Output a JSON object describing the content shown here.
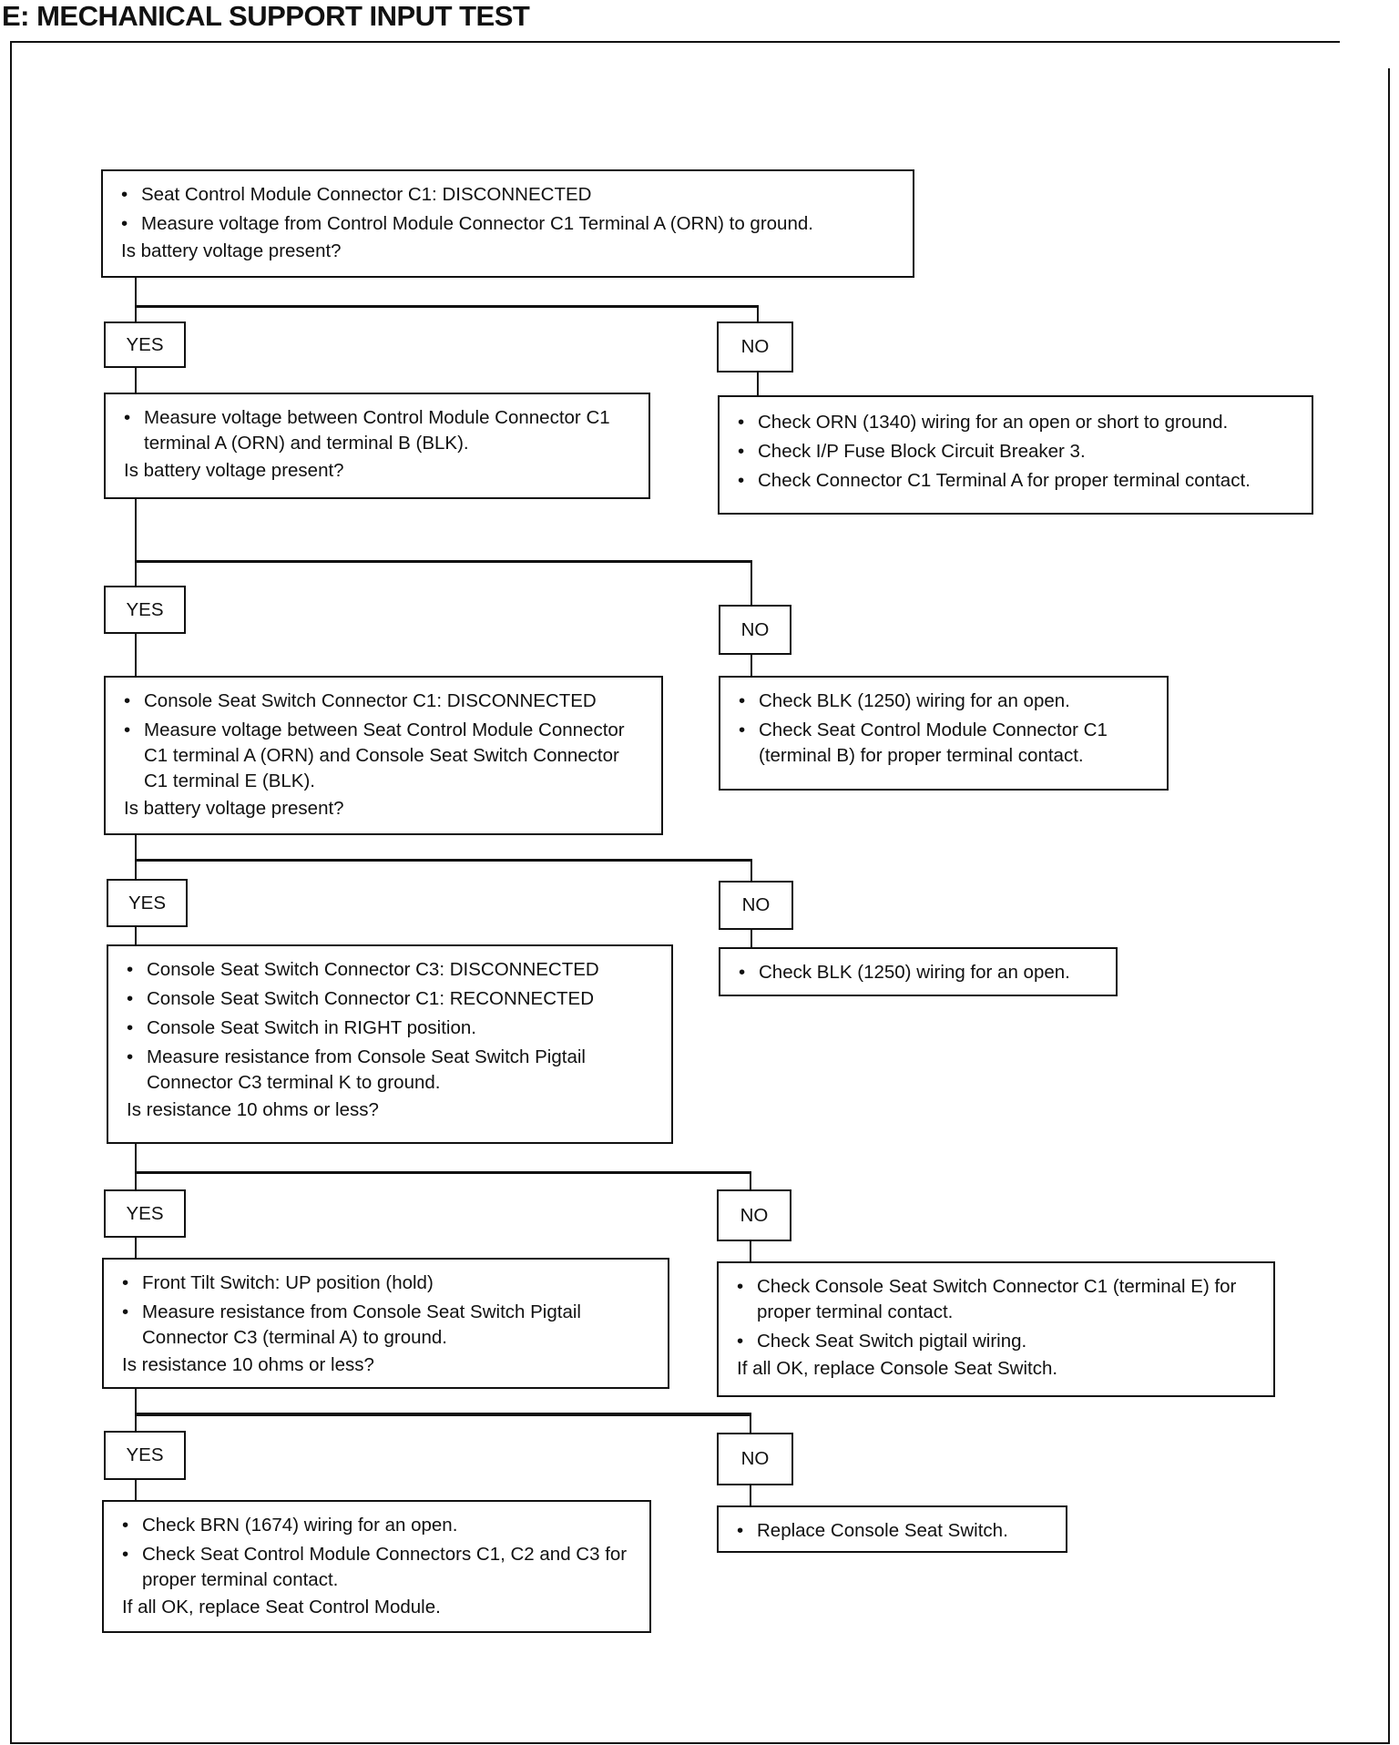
{
  "title": "E:  MECHANICAL SUPPORT INPUT TEST",
  "labels": {
    "yes": "YES",
    "no": "NO"
  },
  "steps": [
    {
      "bullets": [
        "Seat Control Module Connector C1:  DISCONNECTED",
        "Measure voltage from Control Module Connector C1 Terminal A (ORN) to ground."
      ],
      "question": "Is battery voltage present?"
    },
    {
      "bullets": [
        "Measure voltage between Control Module Connector C1 terminal A (ORN) and terminal B (BLK)."
      ],
      "question": "Is battery voltage present?"
    },
    {
      "bullets": [
        "Console Seat Switch Connector C1:  DISCONNECTED",
        "Measure voltage between Seat Control Module Connector C1 terminal A (ORN) and Console Seat Switch Connector C1 terminal E (BLK)."
      ],
      "question": "Is battery voltage present?"
    },
    {
      "bullets": [
        "Console Seat Switch Connector C3:  DISCONNECTED",
        "Console Seat Switch Connector C1:  RECONNECTED",
        "Console Seat Switch in RIGHT position.",
        "Measure resistance from Console Seat Switch Pigtail Connector C3 terminal K to ground."
      ],
      "question": "Is resistance 10 ohms or less?"
    },
    {
      "bullets": [
        "Front Tilt Switch:  UP position (hold)",
        "Measure resistance from Console Seat Switch Pigtail Connector C3 (terminal A) to ground."
      ],
      "question": "Is resistance 10 ohms or less?"
    },
    {
      "bullets": [
        "Check BRN (1674) wiring for an open.",
        "Check Seat Control Module Connectors C1, C2 and C3 for proper terminal contact."
      ],
      "question": "If all OK, replace Seat Control Module."
    }
  ],
  "no_actions": [
    {
      "bullets": [
        "Check ORN (1340) wiring for an open or short to ground.",
        "Check I/P Fuse Block Circuit Breaker 3.",
        "Check Connector C1 Terminal A for proper terminal contact."
      ]
    },
    {
      "bullets": [
        "Check BLK (1250) wiring for an open.",
        "Check Seat Control Module Connector C1 (terminal B) for proper terminal contact."
      ]
    },
    {
      "bullets": [
        "Check BLK (1250) wiring for an open."
      ]
    },
    {
      "bullets": [
        "Check Console Seat Switch Connector C1 (terminal E) for proper terminal contact.",
        "Check Seat Switch pigtail wiring."
      ],
      "question": "If all OK, replace Console Seat Switch."
    },
    {
      "bullets": [
        "Replace Console Seat Switch."
      ]
    }
  ]
}
